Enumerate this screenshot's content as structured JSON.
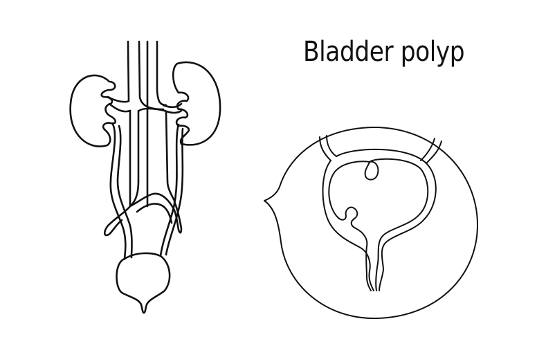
{
  "illustration": {
    "title": "Bladder polyp",
    "style": "black line art on white",
    "colors": {
      "stroke": "#111111",
      "background": "#ffffff"
    },
    "left_figure": "urinary system: kidneys, aorta and vena cava, ureters, bladder",
    "right_figure": "magnified callout of bladder cross-section showing two polyps"
  }
}
